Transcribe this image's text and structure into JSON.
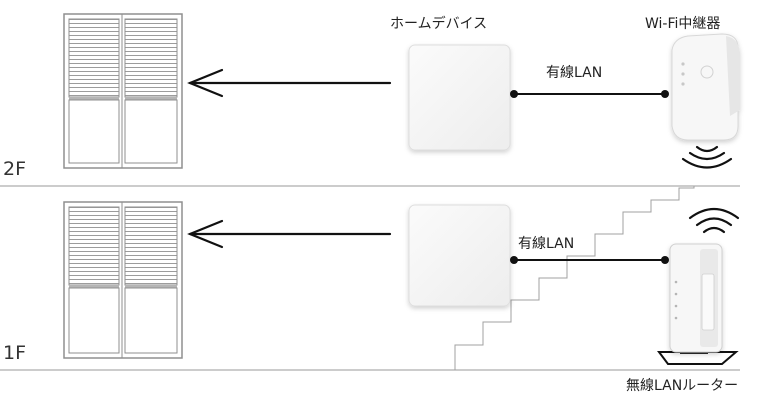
{
  "labels": {
    "home_device": "ホームデバイス",
    "wifi_repeater": "Wi-Fi中継器",
    "wired_lan_2f": "有線LAN",
    "wired_lan_1f": "有線LAN",
    "floor_2f": "2F",
    "floor_1f": "1F",
    "wireless_router": "無線LANルーター"
  },
  "colors": {
    "line": "#111111",
    "floor_line": "#9a9a9a",
    "device_fill": "#f4f4f4",
    "device_stroke": "#dcdcdc",
    "shutter_stroke": "#8f8f8f"
  }
}
